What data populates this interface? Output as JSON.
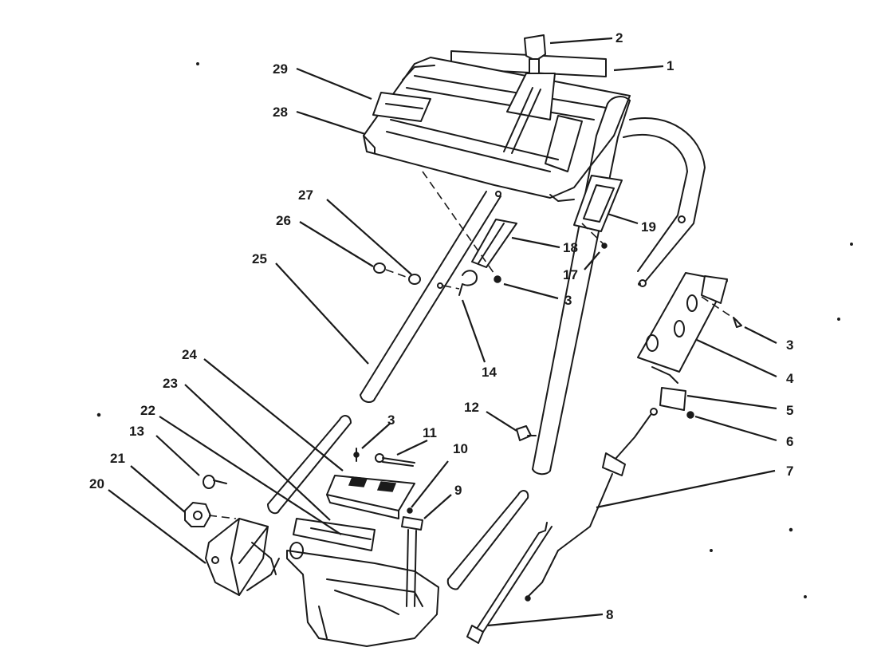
{
  "diagram": {
    "callouts": [
      {
        "id": "c2",
        "label": "2"
      },
      {
        "id": "c1",
        "label": "1"
      },
      {
        "id": "c29",
        "label": "29"
      },
      {
        "id": "c28",
        "label": "28"
      },
      {
        "id": "c27",
        "label": "27"
      },
      {
        "id": "c26",
        "label": "26"
      },
      {
        "id": "c25",
        "label": "25"
      },
      {
        "id": "c19",
        "label": "19"
      },
      {
        "id": "c18",
        "label": "18"
      },
      {
        "id": "c17",
        "label": "17"
      },
      {
        "id": "c3a",
        "label": "3"
      },
      {
        "id": "c14",
        "label": "14"
      },
      {
        "id": "c3b",
        "label": "3"
      },
      {
        "id": "c4",
        "label": "4"
      },
      {
        "id": "c5",
        "label": "5"
      },
      {
        "id": "c6",
        "label": "6"
      },
      {
        "id": "c12",
        "label": "12"
      },
      {
        "id": "c7",
        "label": "7"
      },
      {
        "id": "c24",
        "label": "24"
      },
      {
        "id": "c23",
        "label": "23"
      },
      {
        "id": "c22",
        "label": "22"
      },
      {
        "id": "c13",
        "label": "13"
      },
      {
        "id": "c21",
        "label": "21"
      },
      {
        "id": "c20",
        "label": "20"
      },
      {
        "id": "c3c",
        "label": "3"
      },
      {
        "id": "c11",
        "label": "11"
      },
      {
        "id": "c10",
        "label": "10"
      },
      {
        "id": "c9",
        "label": "9"
      },
      {
        "id": "c8",
        "label": "8"
      }
    ]
  }
}
